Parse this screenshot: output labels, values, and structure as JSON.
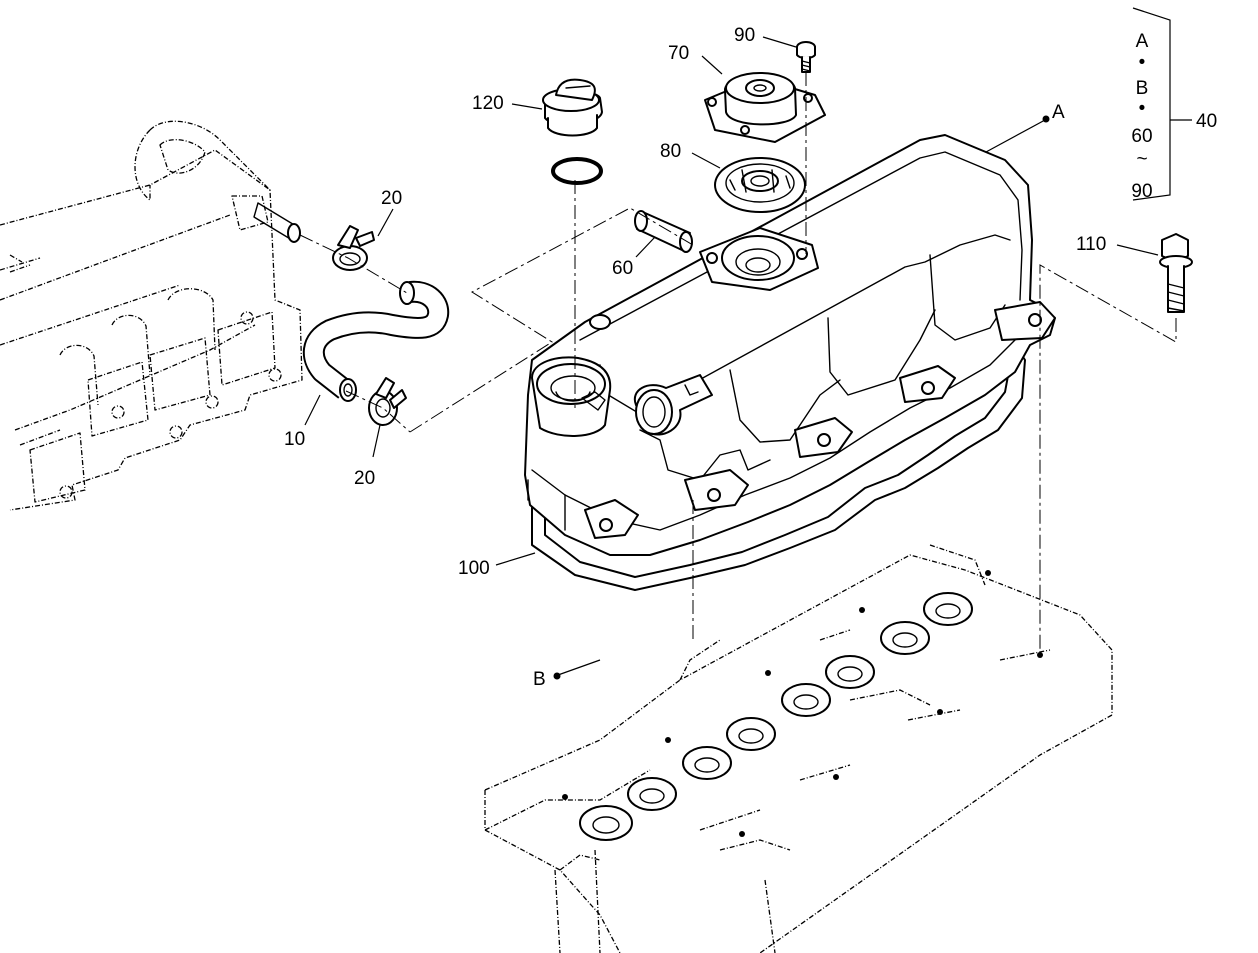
{
  "labels": {
    "hose": "10",
    "hose_clamp_upper": "20",
    "hose_clamp_lower": "20",
    "cover_kit": "40",
    "tube": "60",
    "breather_cover": "70",
    "breather_diaphragm": "80",
    "cover_screw": "90",
    "cover_gasket": "100",
    "cover_bolt": "110",
    "filler_cap": "120",
    "ref_a": "A",
    "ref_b": "B"
  },
  "kit_legend": {
    "item_a": "A",
    "bullet_1": "•",
    "item_b": "B",
    "bullet_2": "•",
    "range_start": "60",
    "range_tilde": "~",
    "range_end": "90",
    "kit_number": "40"
  }
}
